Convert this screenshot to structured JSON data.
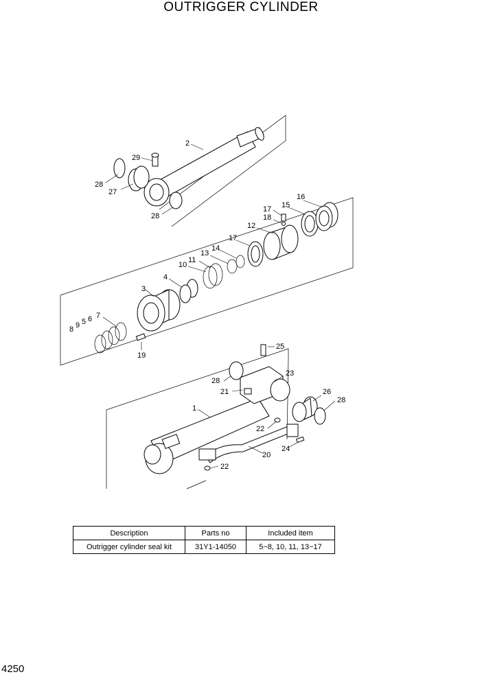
{
  "title": "OUTRIGGER CYLINDER",
  "callouts": {
    "c1": "1",
    "c2": "2",
    "c3": "3",
    "c4": "4",
    "c5": "5",
    "c6": "6",
    "c7": "7",
    "c8": "8",
    "c9": "9",
    "c10": "10",
    "c11": "11",
    "c12": "12",
    "c13": "13",
    "c14": "14",
    "c15": "15",
    "c16": "16",
    "c17a": "17",
    "c17b": "17",
    "c18": "18",
    "c19": "19",
    "c20": "20",
    "c21": "21",
    "c22a": "22",
    "c22b": "22",
    "c23": "23",
    "c24": "24",
    "c25": "25",
    "c26": "26",
    "c27": "27",
    "c28a": "28",
    "c28b": "28",
    "c28c": "28",
    "c28d": "28",
    "c29": "29"
  },
  "table": {
    "headers": [
      "Description",
      "Parts no",
      "Included item"
    ],
    "rows": [
      [
        "Outrigger cylinder seal kit",
        "31Y1-14050",
        "5~8, 10, 11, 13~17"
      ]
    ]
  },
  "page_number": "4250"
}
